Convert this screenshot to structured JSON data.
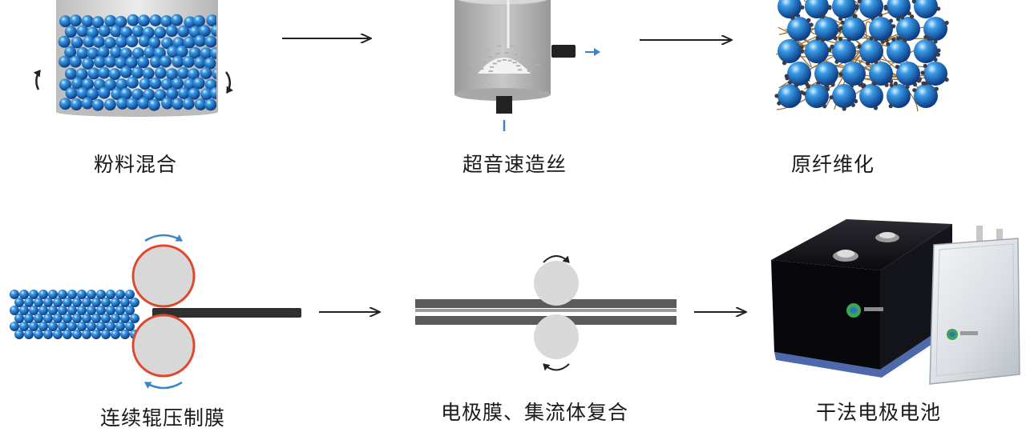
{
  "steps": [
    {
      "id": "powder-mixing",
      "label": "粉料混合"
    },
    {
      "id": "ultrasonic-spinning",
      "label": "超音速造丝"
    },
    {
      "id": "fibrillation",
      "label": "原纤维化"
    },
    {
      "id": "roll-pressing",
      "label": "连续辊压制膜"
    },
    {
      "id": "lamination",
      "label": "电极膜、集流体复合"
    },
    {
      "id": "dry-battery",
      "label": "干法电极电池"
    }
  ],
  "colors": {
    "particle": "#2f7fd0",
    "particle_dark": "#0d3f86",
    "roller_outline": "#e0472c",
    "roller_fill": "#d6d6d6",
    "arrow": "#222222",
    "blue_arrow": "#3a86c8",
    "fiber": "#a0742c",
    "box": "#0d0d12",
    "logo_green": "#3aa655",
    "logo_blue": "#2a72c4"
  },
  "icons": {
    "flow_arrow": "right-arrow-icon",
    "rotation": "curved-rotation-arrow-icon"
  }
}
